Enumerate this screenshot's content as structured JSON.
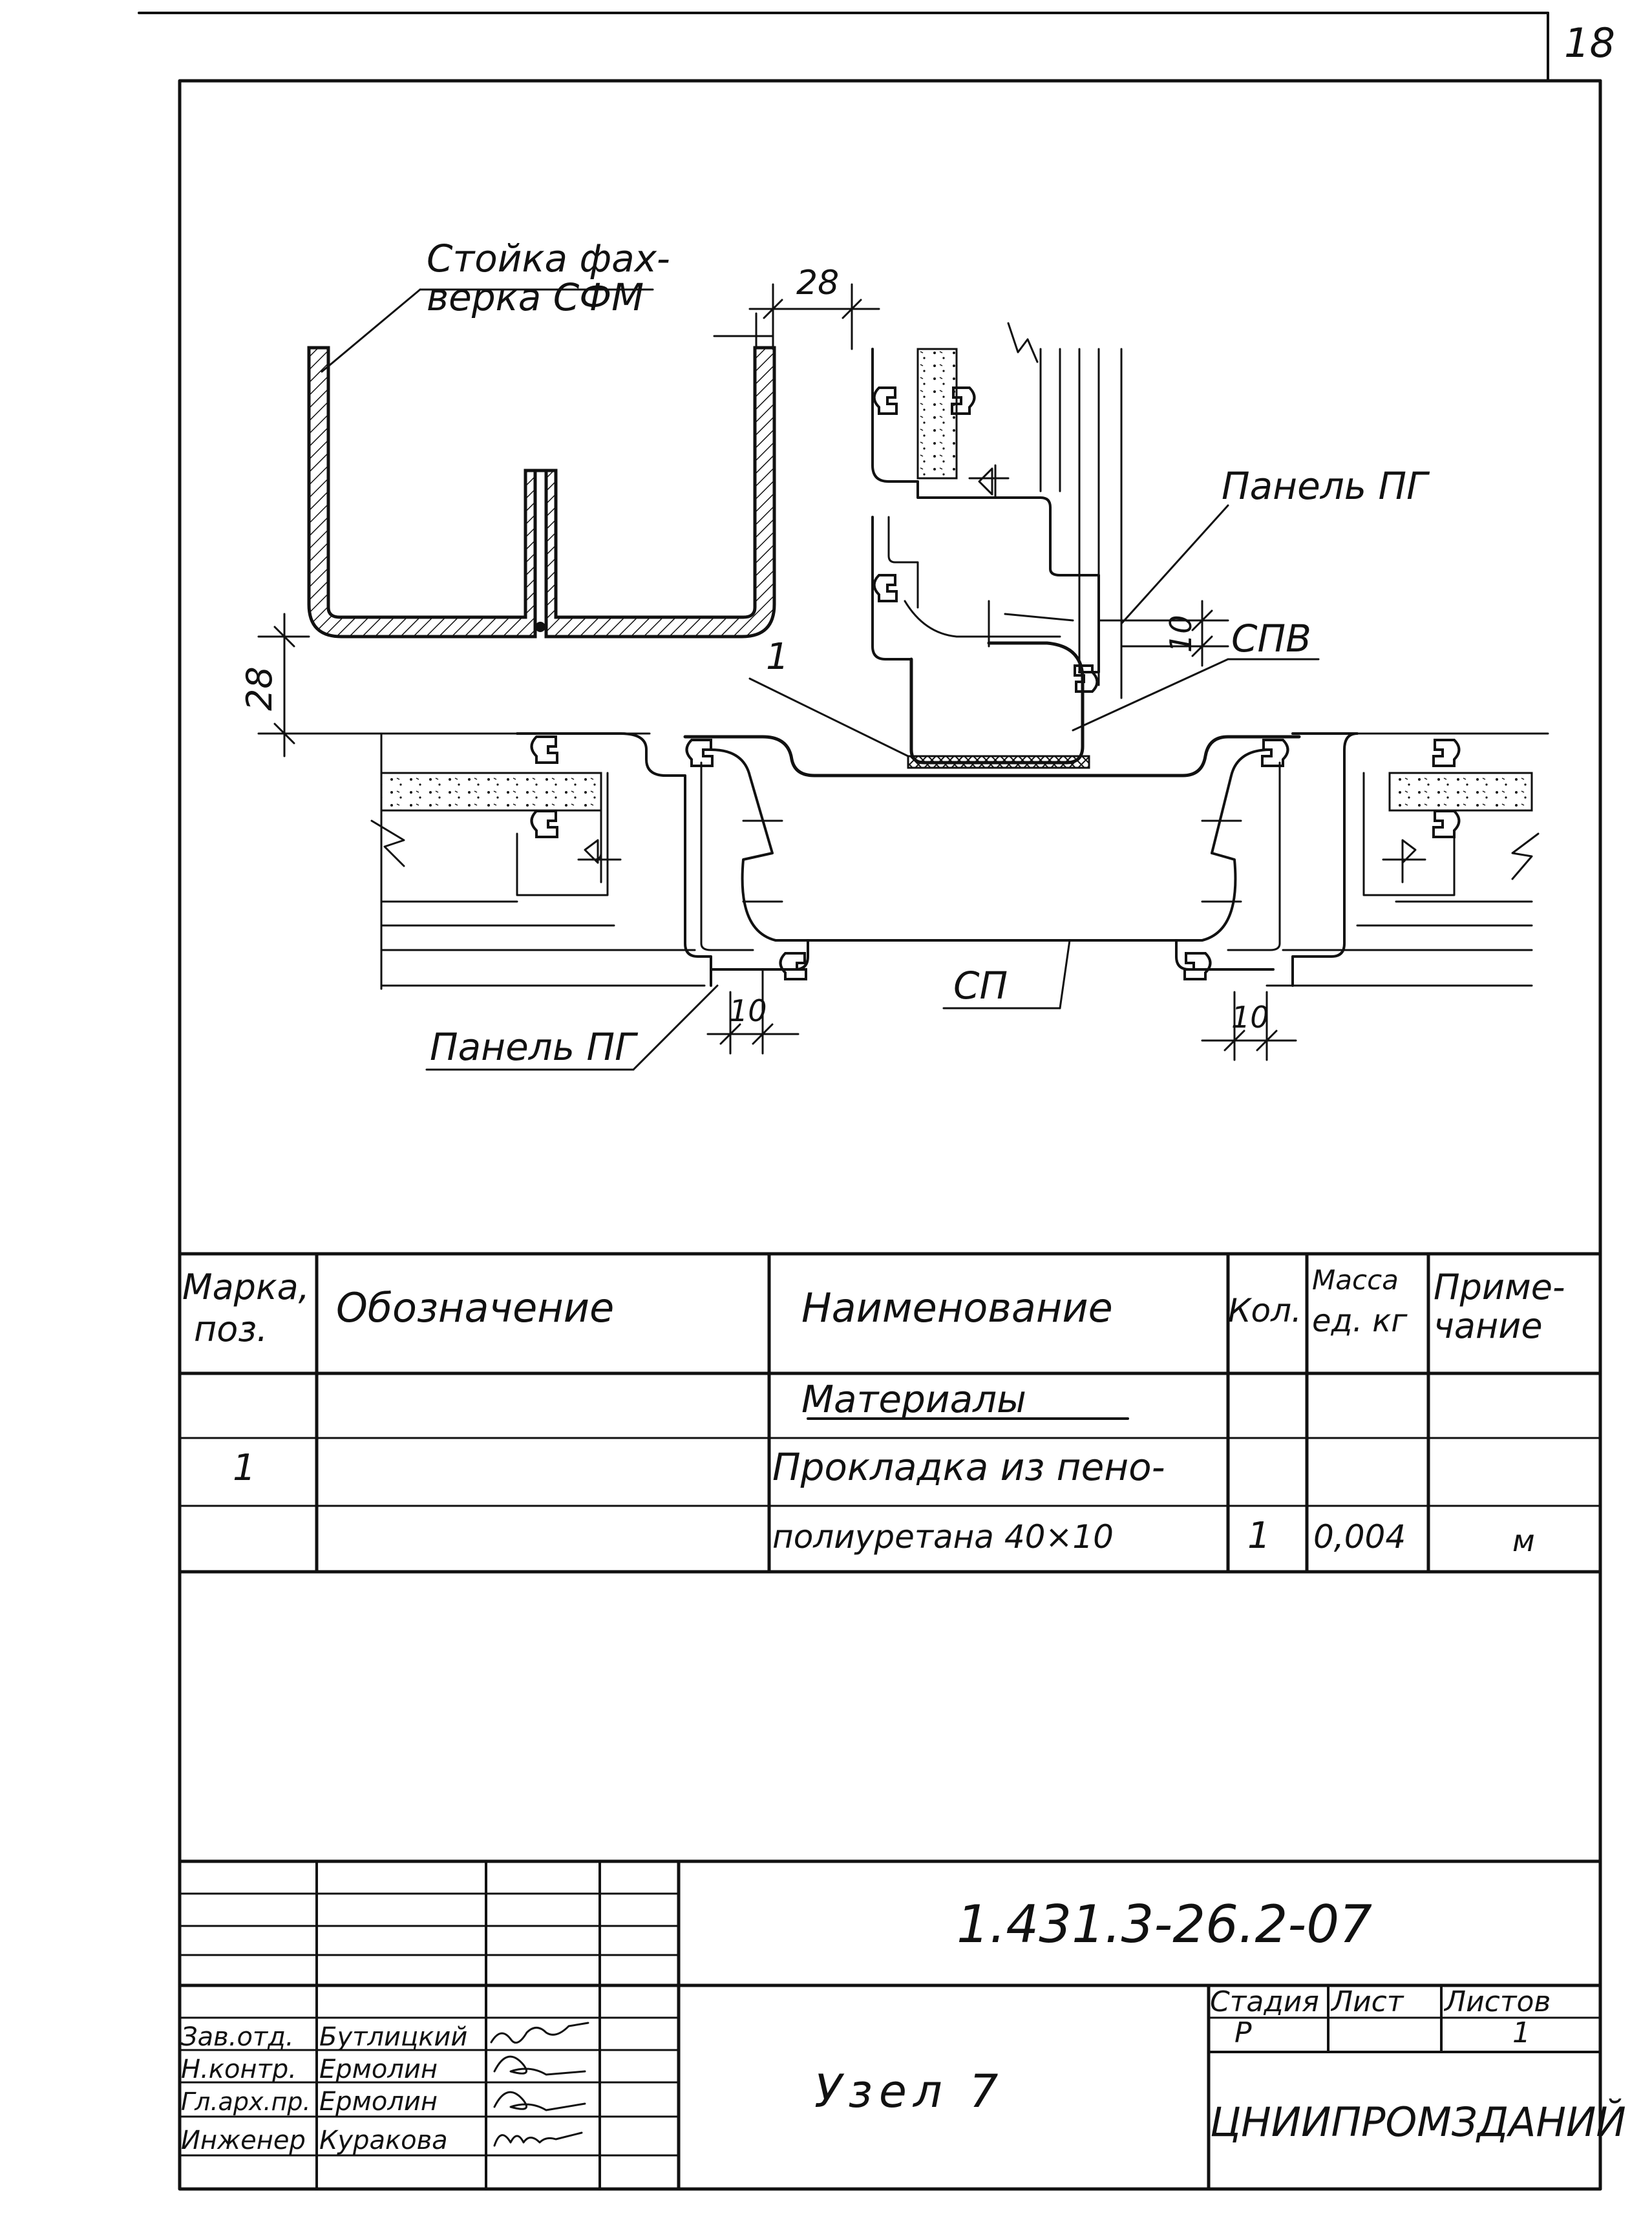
{
  "sheet": {
    "number": "18"
  },
  "drawing": {
    "labels": {
      "column_line1": "Стойка фах-",
      "column_line2": "верка СФМ",
      "panel_top": "Панель ПГ",
      "panel_bottom": "Панель ПГ",
      "spv": "СПВ",
      "sp": "СП",
      "pos1": "1",
      "dim_28_top": "28",
      "dim_28_left": "28",
      "dim_10_right": "10",
      "dim_10_bottom_left": "10",
      "dim_10_bottom_right": "10"
    }
  },
  "spec_table": {
    "headers": {
      "mark": "Марка, поз.",
      "mark_l1": "Марка,",
      "mark_l2": "поз.",
      "designation": "Обозначение",
      "name": "Наименование",
      "qty": "Кол.",
      "mass_l1": "Масса",
      "mass_l2": "ед. кг",
      "note_l1": "Приме-",
      "note_l2": "чание"
    },
    "rows": [
      {
        "mark": "",
        "designation": "",
        "name": "Материалы",
        "qty": "",
        "mass": "",
        "note": ""
      },
      {
        "mark": "1",
        "designation": "",
        "name": "Прокладка из пено-",
        "qty": "",
        "mass": "",
        "note": ""
      },
      {
        "mark": "",
        "designation": "",
        "name": "полиуретана 40×10",
        "qty": "1",
        "mass": "0,004",
        "note": "м"
      }
    ]
  },
  "title_block": {
    "doc_code": "1.431.3-26.2-07",
    "title": "Узел 7",
    "stage_label": "Стадия",
    "sheet_label": "Лист",
    "sheets_label": "Листов",
    "stage_value": "Р",
    "sheet_value": "",
    "sheets_value": "1",
    "org": "ЦНИИПРОМЗДАНИЙ",
    "roles": [
      {
        "role": "Зав.отд.",
        "name": "Бутлицкий"
      },
      {
        "role": "Н.контр.",
        "name": "Ермолин"
      },
      {
        "role": "Гл.арх.пр.",
        "name": "Ермолин"
      },
      {
        "role": "Инженер",
        "name": "Куракова"
      }
    ]
  }
}
